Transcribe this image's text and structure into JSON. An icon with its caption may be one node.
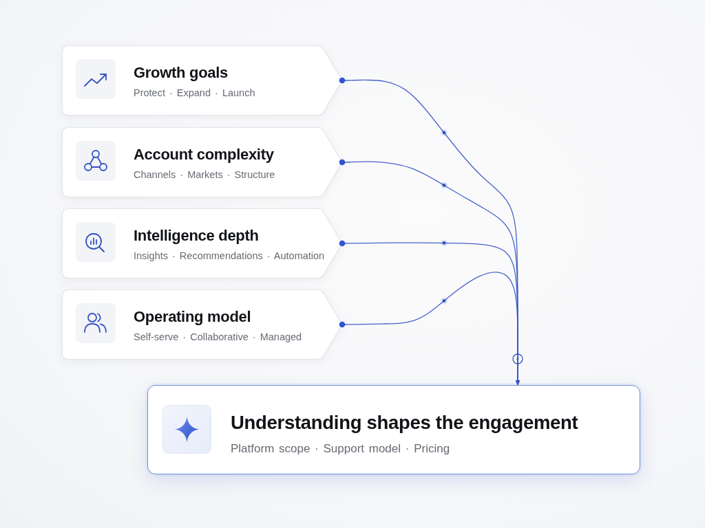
{
  "diagram": {
    "nodes": [
      {
        "text": [
          "Growth goals",
          "Protect · Expand · Launch"
        ]
      },
      {
        "text": [
          "Account complexity",
          "Channels · Markets · Structure"
        ]
      },
      {
        "text": [
          "Intelligence depth",
          "Insights · Recommendations · Automation"
        ]
      },
      {
        "text": [
          "Operating model",
          "Self-serve · Collaborative · Managed"
        ]
      },
      {
        "text": [
          "Understanding shapes the engagement",
          "Platform scope · Support model · Pricing"
        ]
      }
    ],
    "edges": [
      {
        "from": 0,
        "to": 4,
        "arrow": "to"
      },
      {
        "from": 1,
        "to": 4,
        "arrow": "to"
      },
      {
        "from": 2,
        "to": 4,
        "arrow": "to"
      },
      {
        "from": 3,
        "to": 4,
        "arrow": "to"
      }
    ]
  }
}
